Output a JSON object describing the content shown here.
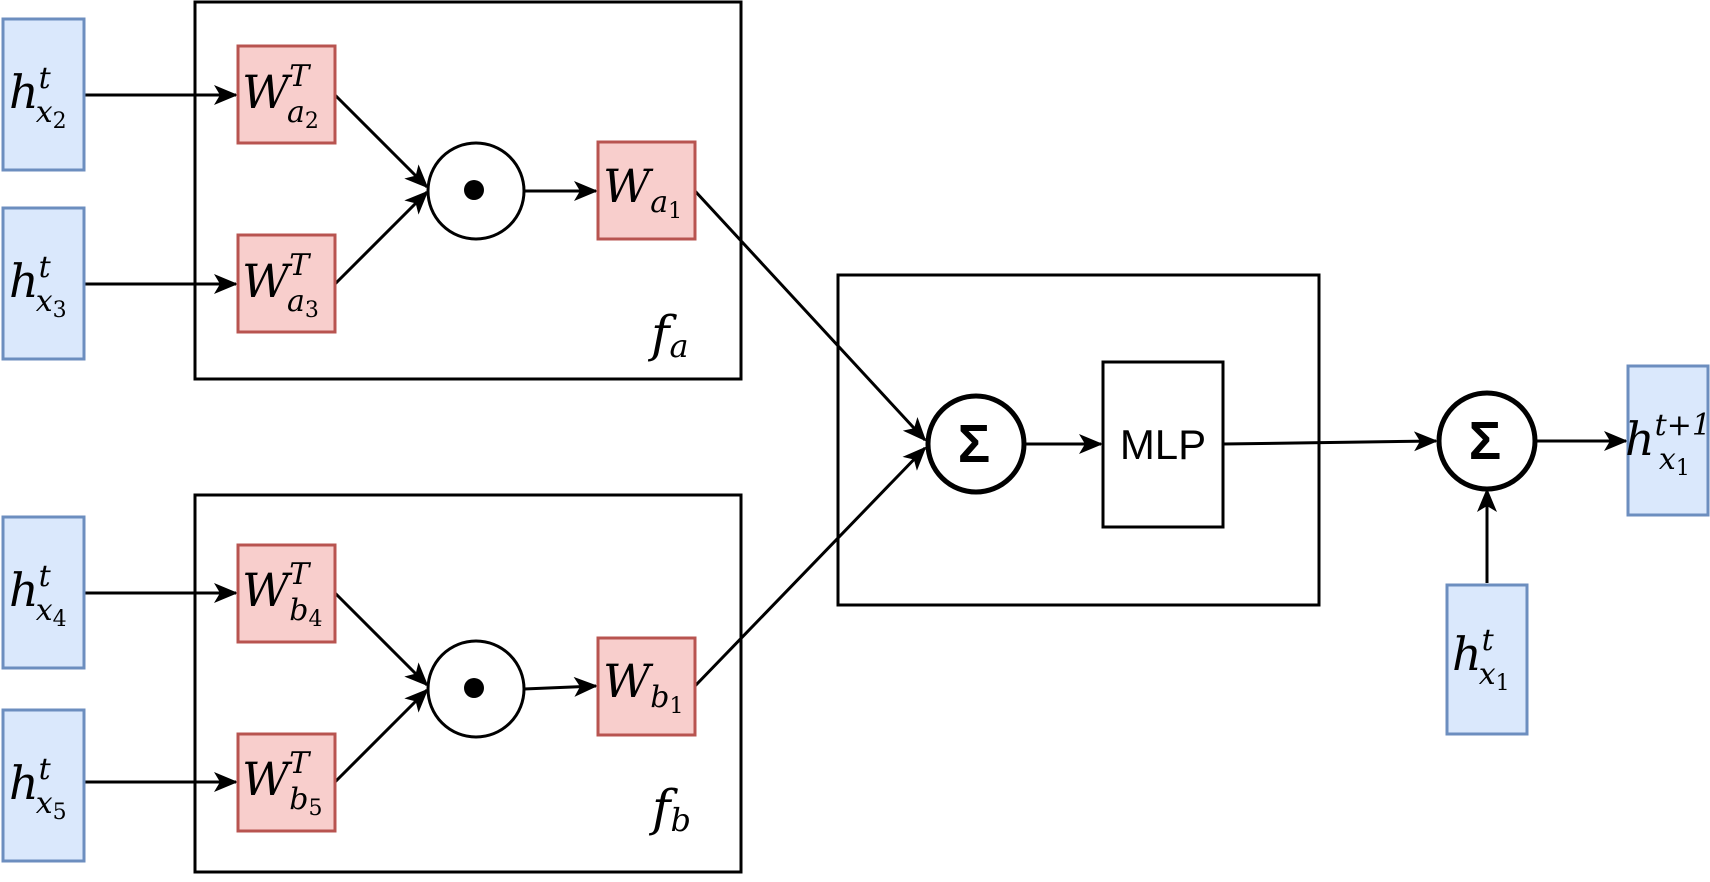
{
  "colors": {
    "input_fill": "#dae8fc",
    "input_stroke": "#6c8ebf",
    "weight_fill": "#f8cecc",
    "weight_stroke": "#b85450",
    "stroke": "#000000"
  },
  "inputs": [
    {
      "base": "h",
      "sup": "t",
      "sub": "x",
      "subsub": "2"
    },
    {
      "base": "h",
      "sup": "t",
      "sub": "x",
      "subsub": "3"
    },
    {
      "base": "h",
      "sup": "t",
      "sub": "x",
      "subsub": "4"
    },
    {
      "base": "h",
      "sup": "t",
      "sub": "x",
      "subsub": "5"
    }
  ],
  "weights": {
    "a2": {
      "base": "W",
      "sup": "T",
      "sub": "a",
      "subsub": "2"
    },
    "a3": {
      "base": "W",
      "sup": "T",
      "sub": "a",
      "subsub": "3"
    },
    "a1": {
      "base": "W",
      "sub": "a",
      "subsub": "1"
    },
    "b4": {
      "base": "W",
      "sup": "T",
      "sub": "b",
      "subsub": "4"
    },
    "b5": {
      "base": "W",
      "sup": "T",
      "sub": "b",
      "subsub": "5"
    },
    "b1": {
      "base": "W",
      "sub": "b",
      "subsub": "1"
    }
  },
  "modules": {
    "fa": {
      "base": "f",
      "sub": "a"
    },
    "fb": {
      "base": "f",
      "sub": "b"
    }
  },
  "ops": {
    "hadamard_symbol": "•",
    "sum_symbol": "Σ"
  },
  "mlp_label": "MLP",
  "residual_input": {
    "base": "h",
    "sup": "t",
    "sub": "x",
    "subsub": "1"
  },
  "output": {
    "base": "h",
    "sup": "t+1",
    "sub": "x",
    "subsub": "1"
  }
}
